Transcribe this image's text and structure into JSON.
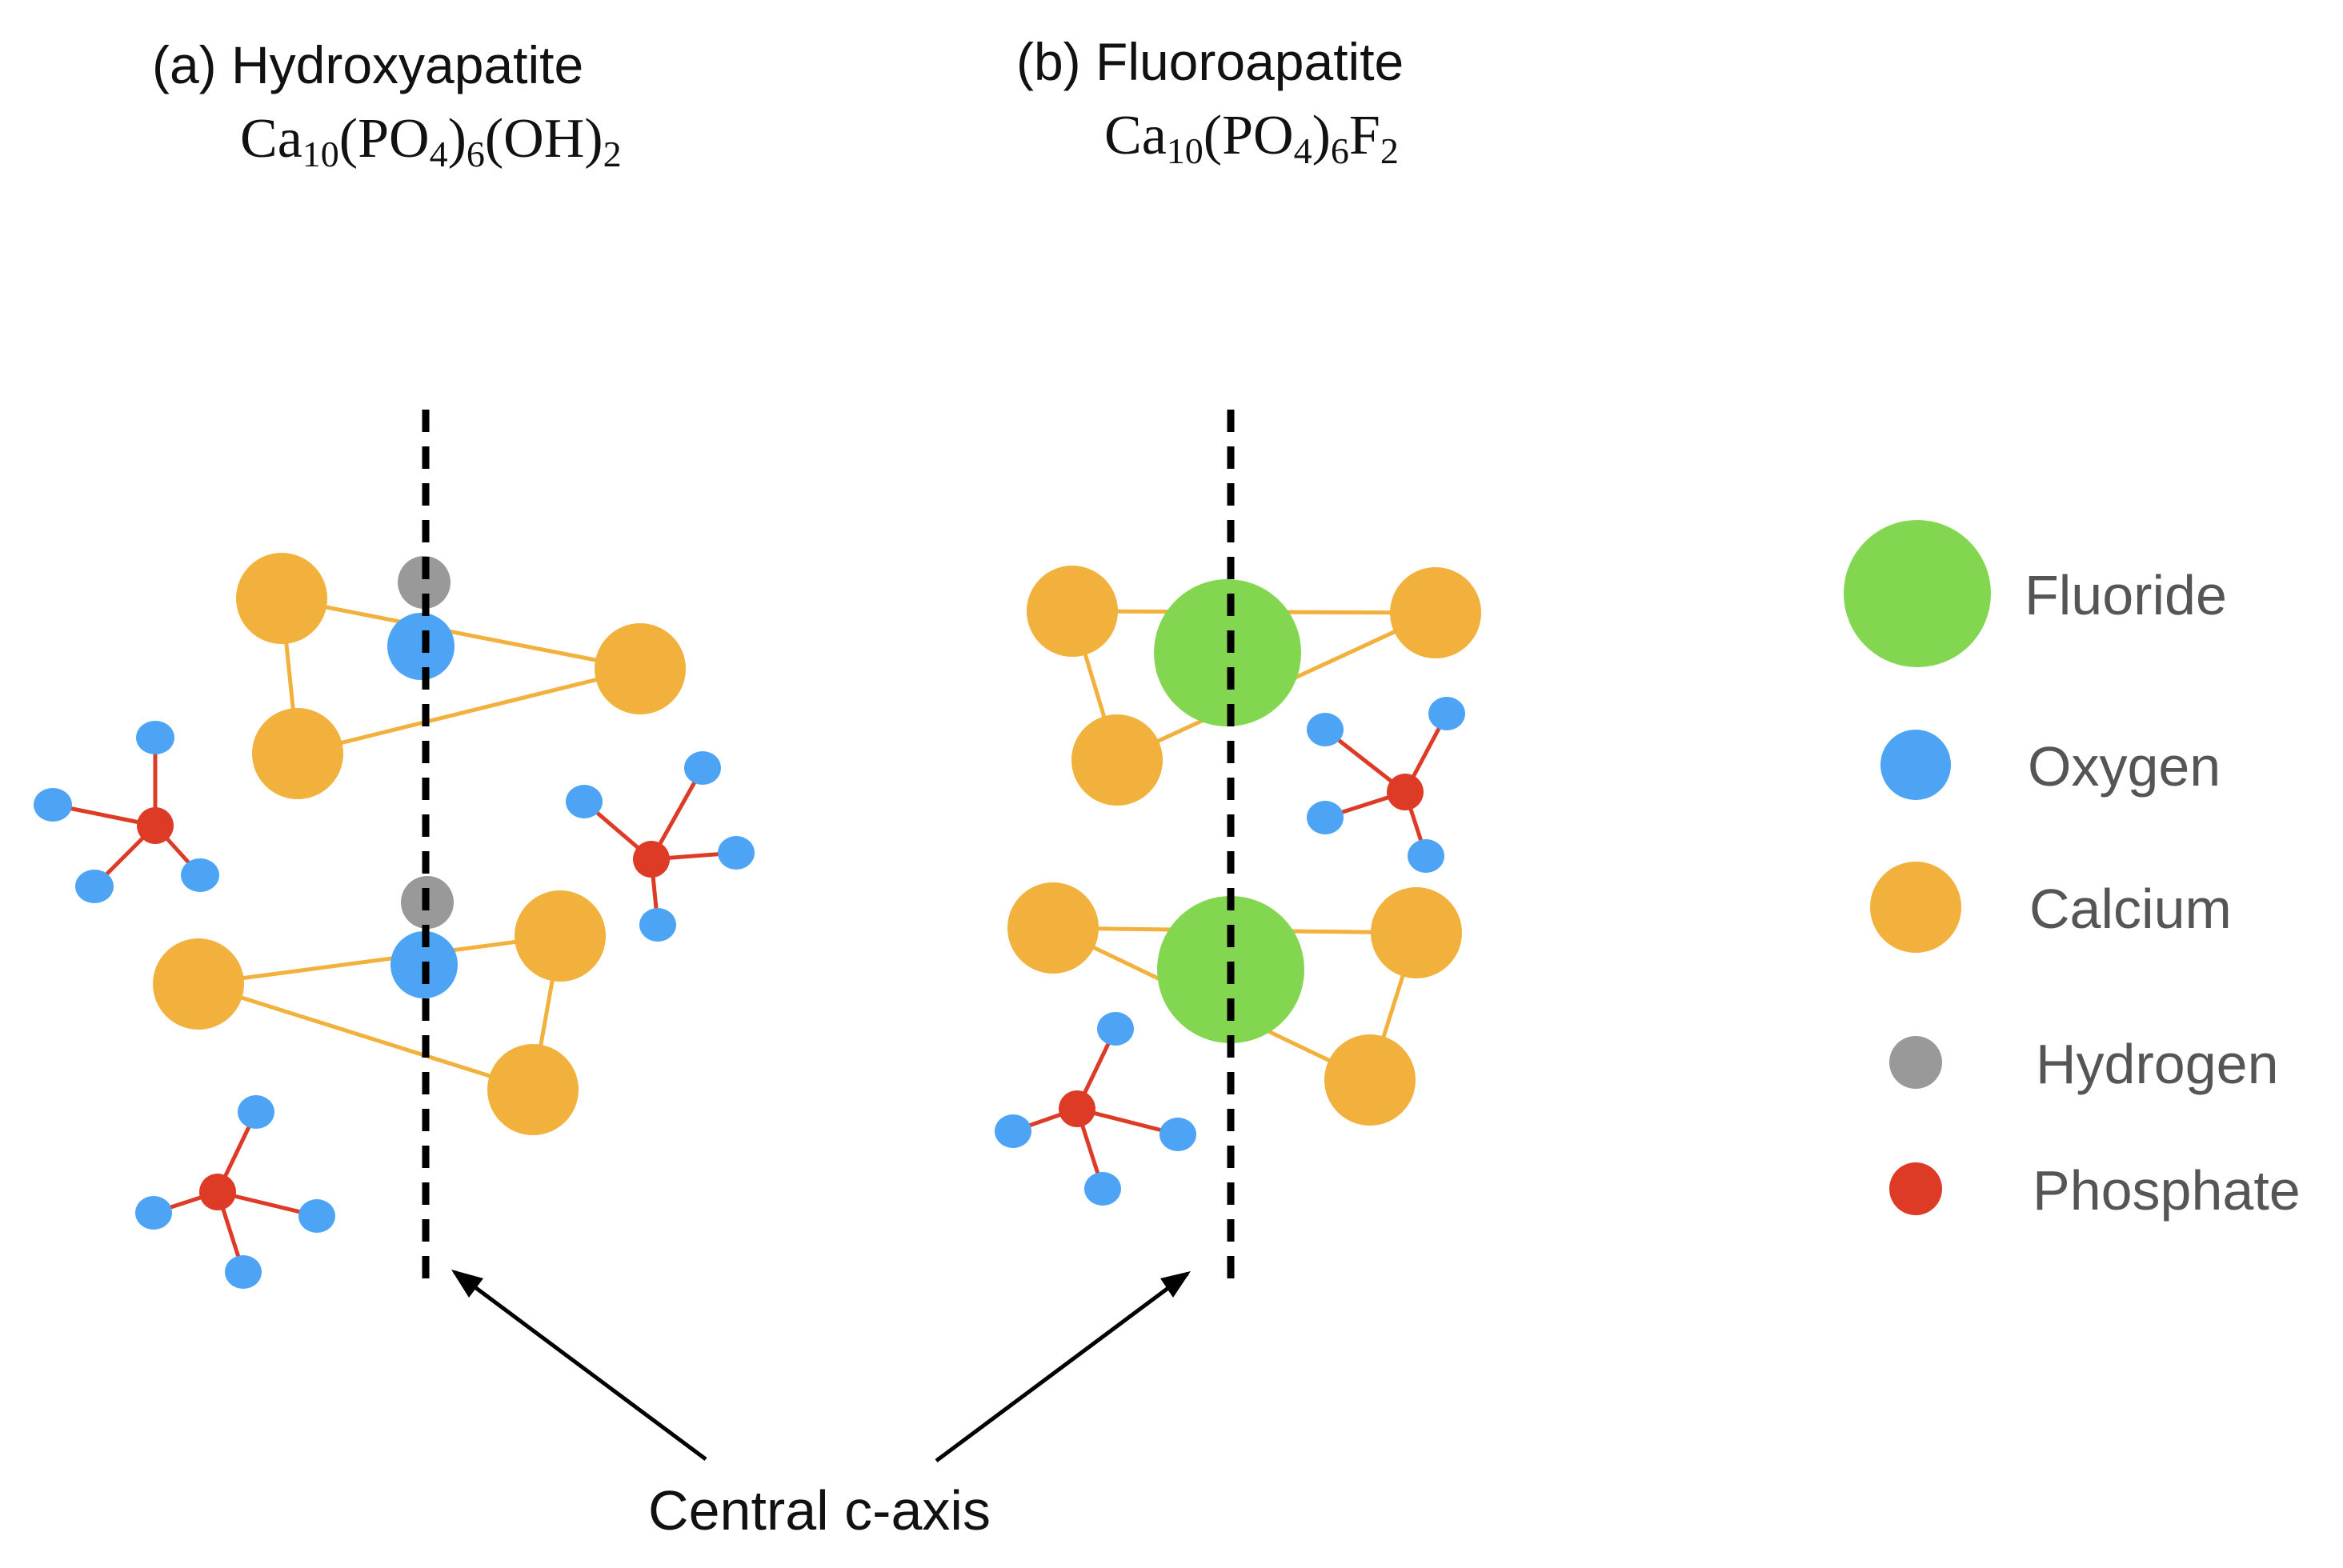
{
  "panels": [
    {
      "title": "(a)  Hydroxyapatite",
      "formula": {
        "parts": [
          {
            "t": "Ca",
            "sub": false
          },
          {
            "t": "10",
            "sub": true
          },
          {
            "t": "(PO",
            "sub": false
          },
          {
            "t": "4",
            "sub": true
          },
          {
            "t": ")",
            "sub": false
          },
          {
            "t": "6",
            "sub": true
          },
          {
            "t": "(OH)",
            "sub": false
          },
          {
            "t": "2",
            "sub": true
          }
        ]
      }
    },
    {
      "title": "(b) Fluoroapatite",
      "formula": {
        "parts": [
          {
            "t": "Ca",
            "sub": false
          },
          {
            "t": "10",
            "sub": true
          },
          {
            "t": "(PO",
            "sub": false
          },
          {
            "t": "4",
            "sub": true
          },
          {
            "t": ")",
            "sub": false
          },
          {
            "t": "6",
            "sub": true
          },
          {
            "t": "F",
            "sub": false
          },
          {
            "t": "2",
            "sub": true
          }
        ]
      }
    }
  ],
  "legend": [
    {
      "key": "fluoride",
      "label": "Fluoride",
      "color": "#83d650"
    },
    {
      "key": "oxygen",
      "label": "Oxygen",
      "color": "#4da4f5"
    },
    {
      "key": "calcium",
      "label": "Calcium",
      "color": "#f1b13c"
    },
    {
      "key": "hydrogen",
      "label": "Hydrogen",
      "color": "#999999"
    },
    {
      "key": "phosphate",
      "label": "Phosphate",
      "color": "#dd3b26"
    }
  ],
  "axis_annotation": "Central c-axis",
  "colors": {
    "bond_calcium": "#f1b13c",
    "bond_phosphate": "#dd3b26",
    "axis": "#000000",
    "arrow": "#000000"
  }
}
